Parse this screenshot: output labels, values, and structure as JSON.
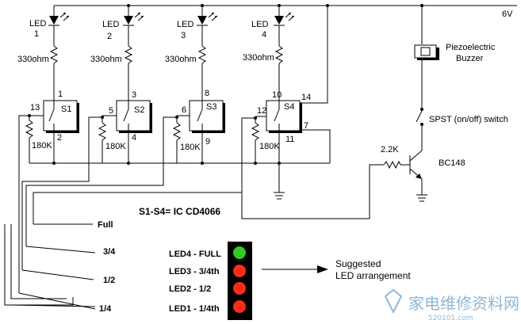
{
  "supply_label": "6V",
  "leds": [
    {
      "name": "LED",
      "num": "1"
    },
    {
      "name": "LED",
      "num": "2"
    },
    {
      "name": "LED",
      "num": "3"
    },
    {
      "name": "LED",
      "num": "4"
    }
  ],
  "resistor_led": "330ohm",
  "resistor_bias": "180K",
  "switches": [
    "S1",
    "S2",
    "S3",
    "S4"
  ],
  "pins": {
    "s1": {
      "top": "1",
      "left": "13",
      "bottom": "2"
    },
    "s2": {
      "top": "3",
      "left": "5",
      "bottom": "4"
    },
    "s3": {
      "top": "8",
      "left": "6",
      "bottom": "9"
    },
    "s4": {
      "top": "10",
      "right_top": "14",
      "left": "12",
      "right": "7",
      "bottom": "11"
    }
  },
  "ic_label": "S1-S4= IC CD4066",
  "buzzer": {
    "line1": "Piezoelectric",
    "line2": "Buzzer"
  },
  "switch_label": "SPST (on/off) switch",
  "base_resistor": "2.2K",
  "transistor": "BC148",
  "levels": [
    "Full",
    "3/4",
    "1/2",
    "1/4"
  ],
  "led_legend": [
    {
      "label": "LED4 - FULL",
      "color": "#2ecc22"
    },
    {
      "label": "LED3 - 3/4th",
      "color": "#ff2a1a"
    },
    {
      "label": "LED2 - 1/2",
      "color": "#ff2a1a"
    },
    {
      "label": "LED1 - 1/4th",
      "color": "#ff2a1a"
    }
  ],
  "suggested": {
    "line1": "Suggested",
    "line2": "LED arrangement"
  },
  "watermark": {
    "text": "家电维修资料网",
    "url": "520101.com"
  },
  "colors": {
    "wire": "#000000",
    "watermark": "#8fb7d6"
  }
}
